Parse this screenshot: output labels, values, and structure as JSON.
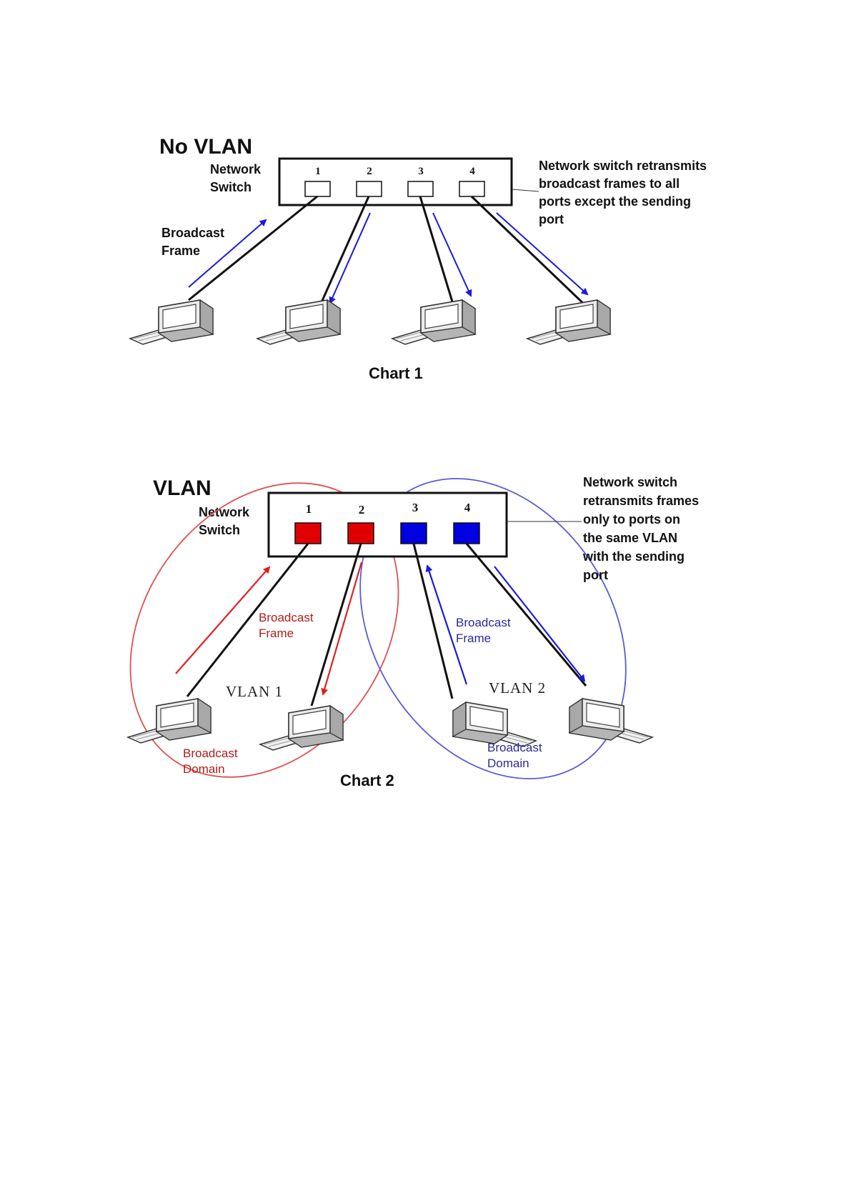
{
  "chart1": {
    "title": "No VLAN",
    "switch_label_line1": "Network",
    "switch_label_line2": "Switch",
    "ports": [
      "1",
      "2",
      "3",
      "4"
    ],
    "broadcast_line1": "Broadcast",
    "broadcast_line2": "Frame",
    "note_lines": [
      "Network switch retransmits",
      "broadcast frames to  all",
      "ports except the sending",
      "port"
    ],
    "caption": "Chart 1"
  },
  "chart2": {
    "title": "VLAN",
    "switch_label_line1": "Network",
    "switch_label_line2": "Switch",
    "ports": [
      "1",
      "2",
      "3",
      "4"
    ],
    "note_lines": [
      "Network switch",
      "retransmits frames",
      "only to ports on",
      "the same VLAN",
      "with the sending",
      "port"
    ],
    "vlan1": {
      "label": "VLAN 1",
      "frame_line1": "Broadcast",
      "frame_line2": "Frame",
      "domain_line1": "Broadcast",
      "domain_line2": "Domain"
    },
    "vlan2": {
      "label": "VLAN 2",
      "frame_line1": "Broadcast",
      "frame_line2": "Frame",
      "domain_line1": "Broadcast",
      "domain_line2": "Domain"
    },
    "caption": "Chart 2"
  },
  "colors": {
    "vlan1": "#e00000",
    "vlan2": "#0000e0",
    "arrow_blue": "#1a1adc",
    "arrow_red": "#e02020",
    "ellipse_red": "#e05050",
    "ellipse_blue": "#5a5ad8",
    "text_red": "#b01c1c",
    "text_blue": "#2a2a9a"
  },
  "icons": [
    "computer-icon",
    "keyboard-icon"
  ]
}
